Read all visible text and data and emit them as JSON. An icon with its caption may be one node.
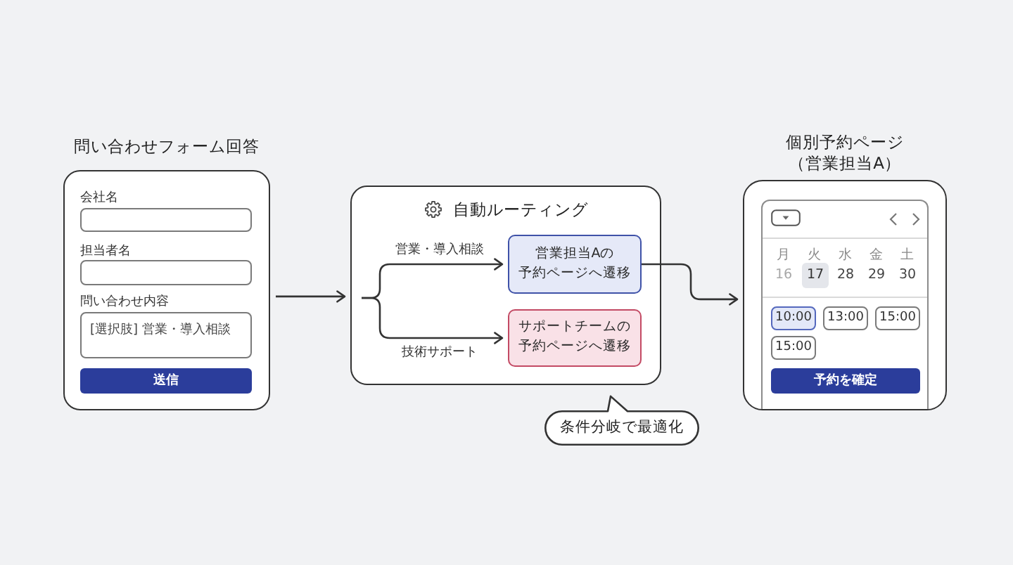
{
  "diagram": {
    "nodes": [
      {
        "text": [
          "問い合わせフォーム回答"
        ]
      },
      {
        "text": [
          "会社名"
        ],
        "in": 0
      },
      {
        "text": [
          "担当者名"
        ],
        "in": 0
      },
      {
        "text": [
          "問い合わせ内容",
          "[選択肢] 営業・導入相談"
        ],
        "in": 0
      },
      {
        "text": [
          "送信"
        ],
        "in": 0
      },
      {
        "text": [
          "自動ルーティング"
        ]
      },
      {
        "text": [
          "営業担当Aの予約ページへ遷移"
        ],
        "in": 5
      },
      {
        "text": [
          "サポートチームの予約ページへ遷移"
        ],
        "in": 5
      },
      {
        "text": [
          "個別予約ページ（営業担当A）"
        ]
      },
      {
        "text": [
          "17"
        ],
        "in": 8
      },
      {
        "text": [
          "10:00"
        ],
        "in": 8
      },
      {
        "text": [
          "13:00"
        ],
        "in": 8
      },
      {
        "text": [
          "15:00"
        ],
        "in": 8
      },
      {
        "text": [
          "15:00"
        ],
        "in": 8
      },
      {
        "text": [
          "予約を確定"
        ],
        "in": 8
      },
      {
        "text": [
          "条件分岐で最適化"
        ]
      }
    ],
    "edges": [
      {
        "from": 0,
        "to": 5,
        "arrow": "to"
      },
      {
        "from": null,
        "to": 6,
        "arrow": "to",
        "label": "営業・導入相談"
      },
      {
        "from": null,
        "to": 7,
        "arrow": "to",
        "label": "技術サポート"
      },
      {
        "from": 6,
        "to": 8,
        "arrow": "to"
      }
    ],
    "labels": [
      "月",
      "火",
      "水",
      "金",
      "土",
      "16",
      "28",
      "29",
      "30"
    ]
  }
}
